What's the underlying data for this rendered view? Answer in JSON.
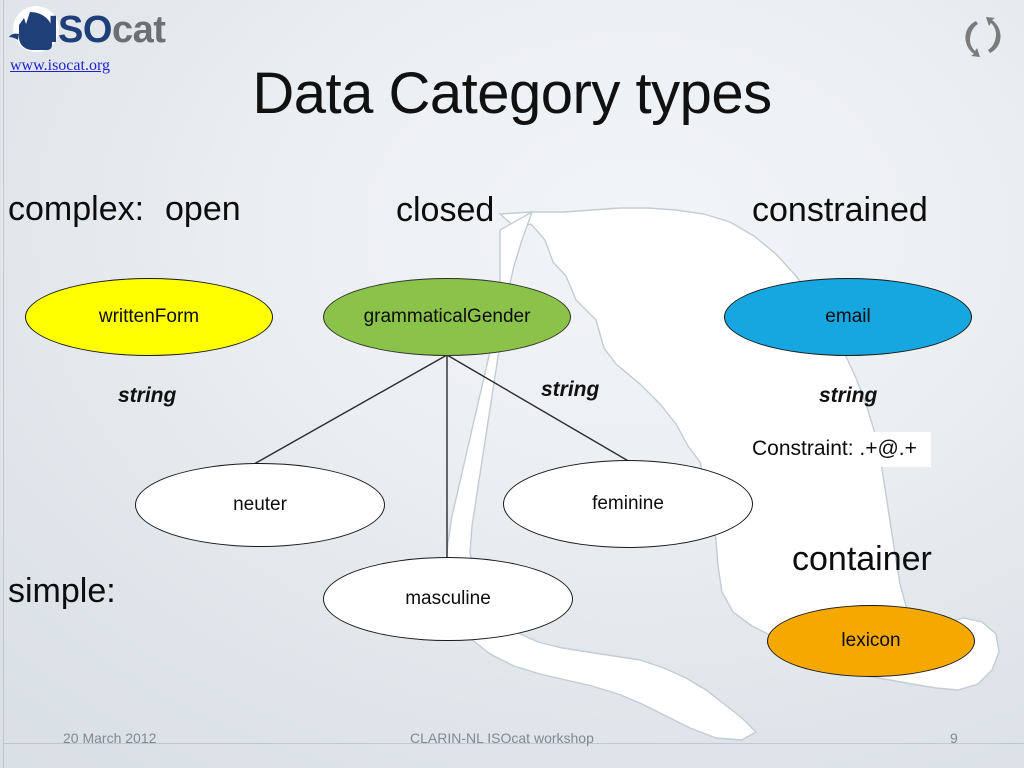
{
  "brand": {
    "logo_iso": "ISO",
    "logo_cat": "cat",
    "logo_url": "www.isocat.org",
    "logo_mark_name": "isocat-cat-logo",
    "sync_icon_name": "circular-arrows-icon"
  },
  "title": "Data Category types",
  "group_labels": {
    "complex": "complex:",
    "open": "open",
    "closed": "closed",
    "constrained": "constrained",
    "simple": "simple:",
    "container": "container"
  },
  "nodes": [
    {
      "id": "writtenForm",
      "label": "writtenForm",
      "color": "#ffff00",
      "kind": "open"
    },
    {
      "id": "grammaticalGender",
      "label": "grammaticalGender",
      "color": "#8bc34a",
      "kind": "closed"
    },
    {
      "id": "email",
      "label": "email",
      "color": "#16a6e0",
      "kind": "constrained"
    },
    {
      "id": "neuter",
      "label": "neuter",
      "color": "#ffffff",
      "kind": "value"
    },
    {
      "id": "masculine",
      "label": "masculine",
      "color": "#ffffff",
      "kind": "value"
    },
    {
      "id": "feminine",
      "label": "feminine",
      "color": "#ffffff",
      "kind": "value"
    },
    {
      "id": "lexicon",
      "label": "lexicon",
      "color": "#f5a800",
      "kind": "container"
    }
  ],
  "datatypes": {
    "writtenForm": "string",
    "grammaticalGender": "string",
    "email": "string"
  },
  "constraint": {
    "text": "Constraint: .+@.+"
  },
  "footer": {
    "date": "20 March 2012",
    "center": "CLARIN-NL ISOcat workshop",
    "page": "9"
  },
  "colors": {
    "open": "#ffff00",
    "closed": "#8bc34a",
    "constrained": "#16a6e0",
    "container": "#f5a800",
    "value": "#ffffff",
    "link": "#2222cc",
    "logo_blue": "#1f3f79",
    "footer_text": "#808a93"
  }
}
